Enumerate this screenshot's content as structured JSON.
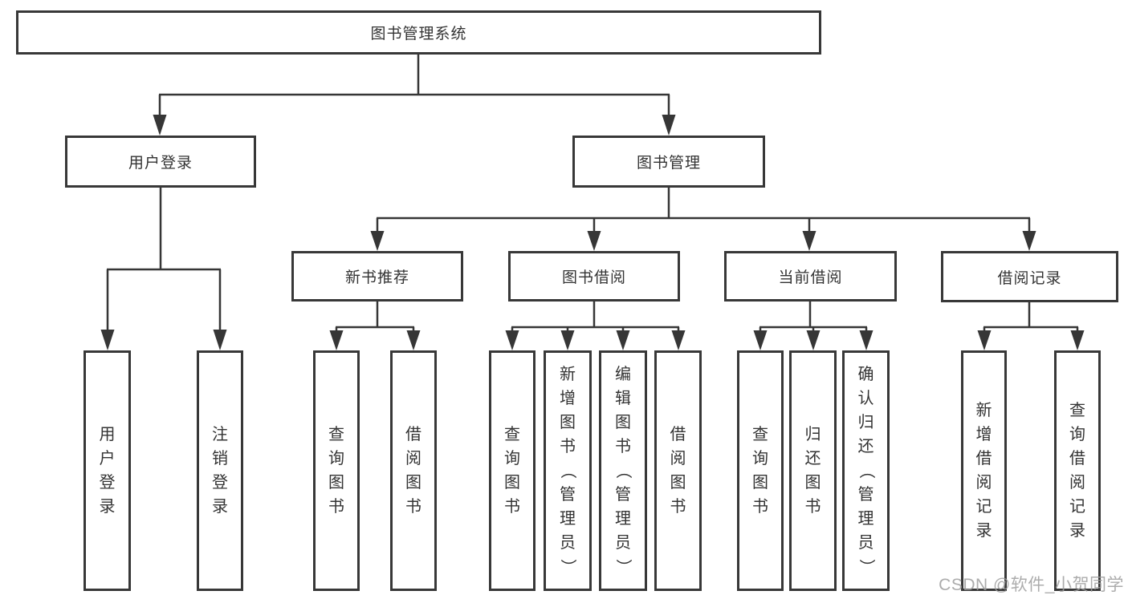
{
  "tree": {
    "root": {
      "label": "图书管理系统"
    },
    "branches": [
      {
        "label": "用户登录",
        "children": [
          {
            "label": "用户登录"
          },
          {
            "label": "注销登录"
          }
        ]
      },
      {
        "label": "图书管理",
        "children": [
          {
            "label": "新书推荐",
            "children": [
              {
                "label": "查询图书"
              },
              {
                "label": "借阅图书"
              }
            ]
          },
          {
            "label": "图书借阅",
            "children": [
              {
                "label": "查询图书"
              },
              {
                "label": "新增图书（管理员）"
              },
              {
                "label": "编辑图书（管理员）"
              },
              {
                "label": "借阅图书"
              }
            ]
          },
          {
            "label": "当前借阅",
            "children": [
              {
                "label": "查询图书"
              },
              {
                "label": "归还图书"
              },
              {
                "label": "确认归还（管理员）"
              }
            ]
          },
          {
            "label": "借阅记录",
            "children": [
              {
                "label": "新增借阅记录"
              },
              {
                "label": "查询借阅记录"
              }
            ]
          }
        ]
      }
    ]
  },
  "watermark": {
    "text": "CSDN @软件_小贺同学"
  },
  "colors": {
    "line": "#363636",
    "border": "#383838",
    "text": "#333333",
    "watermark": "#9e9e9e",
    "background": "#ffffff"
  }
}
